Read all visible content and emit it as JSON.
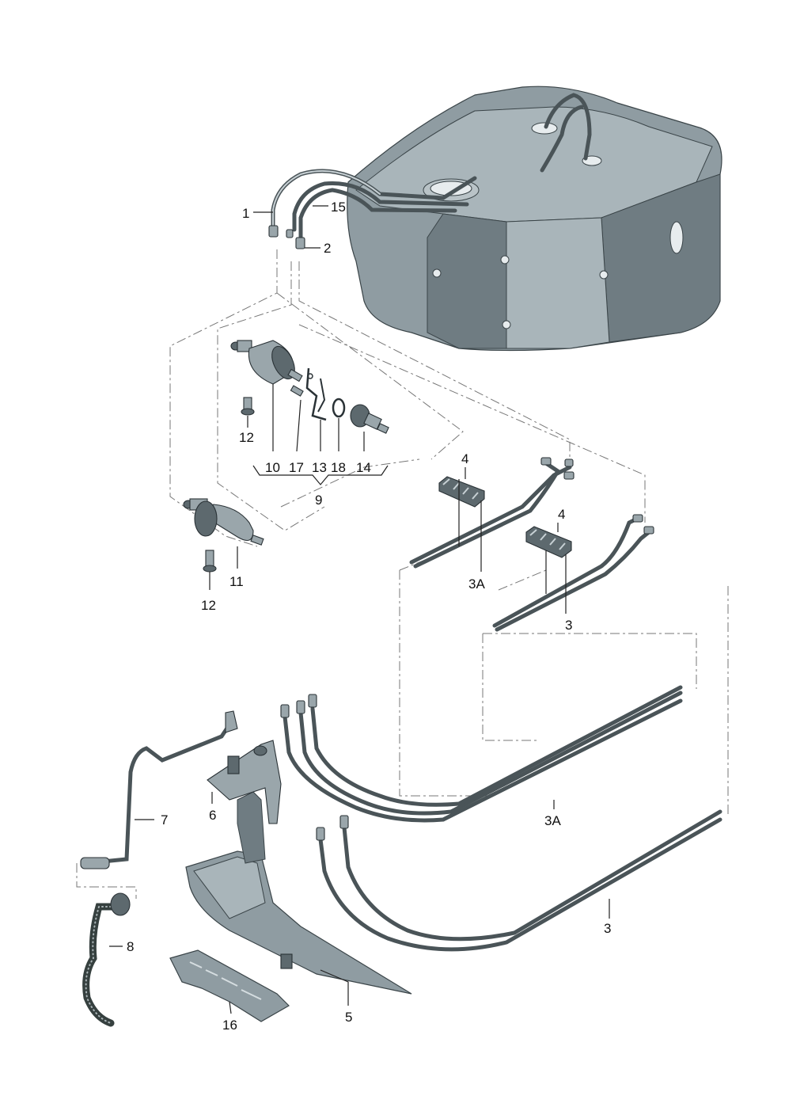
{
  "callouts": {
    "c1": "1",
    "c15": "15",
    "c2": "2",
    "c12a": "12",
    "c10": "10",
    "c17": "17",
    "c13": "13",
    "c18": "18",
    "c14": "14",
    "c9": "9",
    "c11": "11",
    "c12b": "12",
    "c4a": "4",
    "c3Aa": "3A",
    "c4b": "4",
    "c3a": "3",
    "c6": "6",
    "c7": "7",
    "c3Ab": "3A",
    "c8": "8",
    "c3b": "3",
    "c5": "5",
    "c16": "16"
  },
  "colors": {
    "part_fill": "#8f9ca2",
    "part_outline": "#2a3236",
    "leader_line": "#222222",
    "dash_line": "#777777",
    "background": "#ffffff"
  }
}
